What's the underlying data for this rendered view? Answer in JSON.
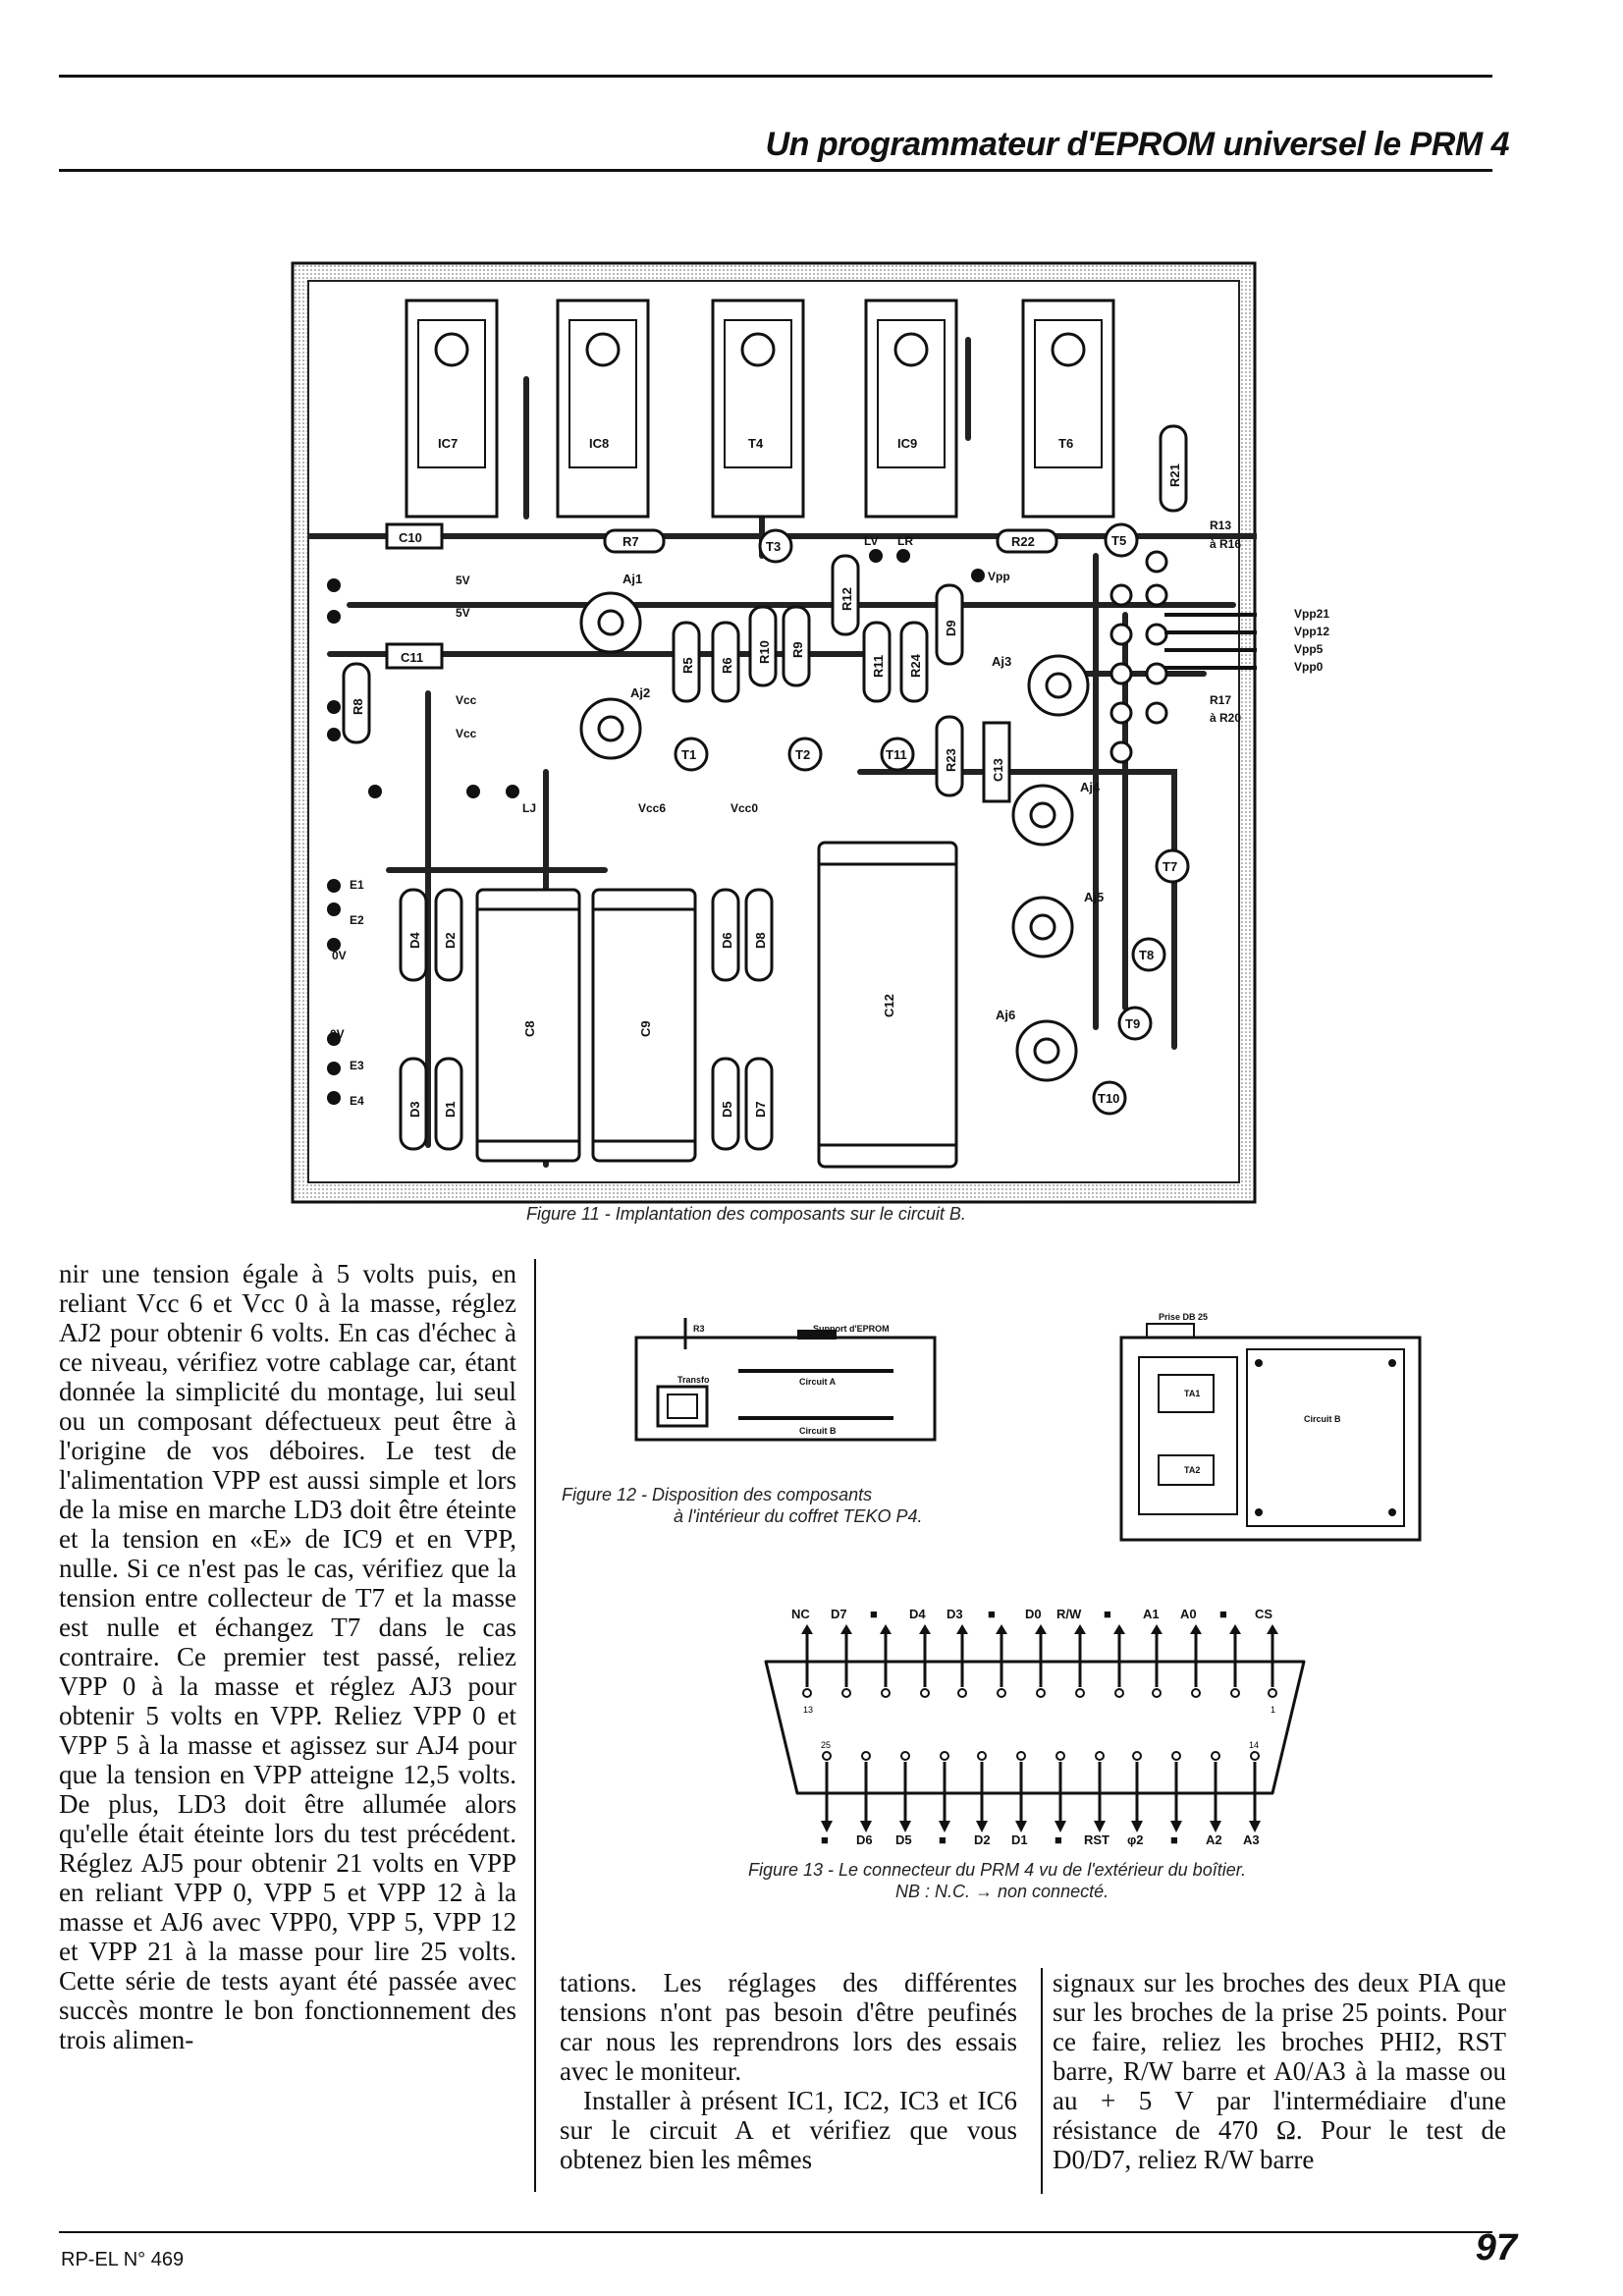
{
  "header": {
    "title": "Un programmateur d'EPROM universel le PRM 4"
  },
  "figure11": {
    "caption": "Figure 11 - Implantation des composants sur le circuit B.",
    "regulators": [
      "IC7",
      "IC8",
      "T4",
      "IC9",
      "T6"
    ],
    "resistors": [
      "R7",
      "R22",
      "R21",
      "R5",
      "R6",
      "R10",
      "R9",
      "R12",
      "R11",
      "R24",
      "R8",
      "R23"
    ],
    "diodes": [
      "D9",
      "D4",
      "D2",
      "D3",
      "D1",
      "D6",
      "D8",
      "D5",
      "D7"
    ],
    "caps_small": [
      "C10",
      "C11",
      "C13"
    ],
    "caps_large": [
      "C8",
      "C9",
      "C12"
    ],
    "trimmers": [
      "Aj1",
      "Aj2",
      "Aj3",
      "Aj4",
      "Aj5",
      "Aj6"
    ],
    "transistors": [
      "T3",
      "T5",
      "T1",
      "T2",
      "T11",
      "T7",
      "T8",
      "T9",
      "T10"
    ],
    "points": {
      "p5v_a": "5V",
      "p5v_b": "5V",
      "vcc_a": "Vcc",
      "vcc_b": "Vcc",
      "lj": "LJ",
      "vcc6": "Vcc6",
      "vcc0": "Vcc0",
      "lv": "LV",
      "lr": "LR",
      "vpp": "Vpp",
      "r13": "R13",
      "r16": "à R16",
      "r17": "R17",
      "r20": "à R20",
      "e1": "E1",
      "e2": "E2",
      "ov1": "0V",
      "ov2": "0V",
      "e3": "E3",
      "e4": "E4"
    },
    "outputs": [
      "Vpp21",
      "Vpp12",
      "Vpp5",
      "Vpp0"
    ]
  },
  "figure12": {
    "caption_line1": "Figure 12 - Disposition des composants",
    "caption_line2": "à l'intérieur du coffret TEKO P4.",
    "left": {
      "support": "Support d'EPROM",
      "transfo": "Transfo",
      "circuit_a": "Circuit A",
      "circuit_b": "Circuit B",
      "r": "R3"
    },
    "right": {
      "prise": "Prise DB 25",
      "ta1": "TA1",
      "ta2": "TA2",
      "circuit_b": "Circuit B"
    }
  },
  "figure13": {
    "caption_line1": "Figure 13 - Le connecteur du PRM 4 vu de l'extérieur du boîtier.",
    "caption_line2": "NB : N.C. → non connecté.",
    "top_labels": [
      "NC",
      "D7",
      "■",
      "D4",
      "D3",
      "■",
      "D0",
      "R/W",
      "■",
      "A1",
      "A0",
      "■",
      "CS"
    ],
    "bottom_labels": [
      "■",
      "D6",
      "D5",
      "■",
      "D2",
      "D1",
      "■",
      "RST",
      "φ2",
      "■",
      "A2",
      "A3"
    ],
    "pin_numbers": {
      "p13": "13",
      "p1": "1",
      "p25": "25",
      "p14": "14"
    }
  },
  "article": {
    "col1": "nir une tension égale à 5 volts puis, en reliant Vcc 6 et Vcc 0 à la masse, réglez AJ2 pour obtenir 6 volts. En cas d'échec à ce niveau, vérifiez votre cablage car, étant donnée la simplicité du montage, lui seul ou un composant défectueux peut être à l'origine de vos déboires. Le test de l'alimentation VPP est aussi simple et lors de la mise en marche LD3 doit être éteinte et la tension en «E» de IC9 et en VPP, nulle. Si ce n'est pas le cas, vérifiez que la tension entre collecteur de T7 et la masse est nulle et échangez T7 dans le cas contraire. Ce premier test passé, reliez VPP 0 à la masse et réglez AJ3 pour obtenir 5 volts en VPP. Reliez VPP 0 et VPP 5 à la masse et agissez sur AJ4 pour que la tension en VPP atteigne 12,5 volts. De plus, LD3 doit être allumée alors qu'elle était éteinte lors du test précédent. Réglez AJ5 pour obtenir 21 volts en VPP en reliant VPP 0, VPP 5 et VPP 12 à la masse et AJ6 avec VPP0, VPP 5, VPP 12 et VPP 21 à la masse pour lire 25 volts. Cette série de tests ayant été passée avec succès montre le bon fonctionnement des trois alimen-",
    "col2_p1": "tations. Les réglages des différentes tensions n'ont pas besoin d'être peufinés car nous les reprendrons lors des essais avec le moniteur.",
    "col2_p2": "Installer à présent IC1, IC2, IC3 et IC6 sur le circuit A et vérifiez que vous obtenez bien les mêmes",
    "col3": "signaux sur les broches des deux PIA que sur les broches de la prise 25 points. Pour ce faire, reliez les broches PHI2, RST barre, R/W barre et A0/A3 à la masse ou au + 5 V par l'intermédiaire d'une résistance de 470 Ω. Pour le test de D0/D7, reliez R/W barre"
  },
  "footer": {
    "left": "RP-EL N° 469",
    "page": "97"
  }
}
